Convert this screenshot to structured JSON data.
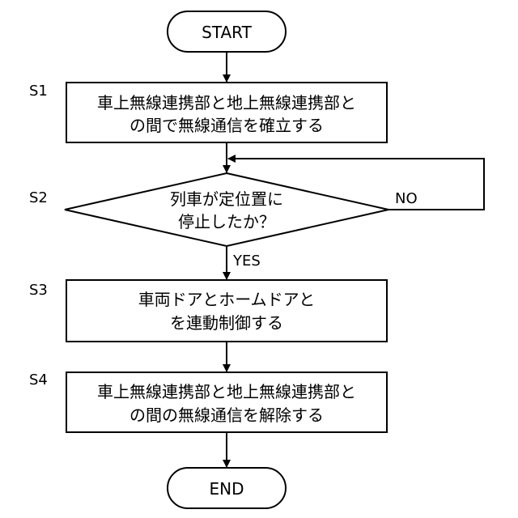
{
  "start": {
    "label": "START"
  },
  "end": {
    "label": "END"
  },
  "steps": [
    {
      "id": "S1",
      "line1": "車上無線連携部と地上無線連携部と",
      "line2": "の間で無線通信を確立する"
    },
    {
      "id": "S2",
      "line1": "列車が定位置に",
      "line2": "停止したか？"
    },
    {
      "id": "S3",
      "line1": "車両ドアとホームドアと",
      "line2": "を連動制御する"
    },
    {
      "id": "S4",
      "line1": "車上無線連携部と地上無線連携部と",
      "line2": "の間の無線通信を解除する"
    }
  ],
  "branches": {
    "yes": "YES",
    "no": "NO"
  },
  "colors": {
    "stroke": "#000000",
    "background": "#ffffff"
  }
}
